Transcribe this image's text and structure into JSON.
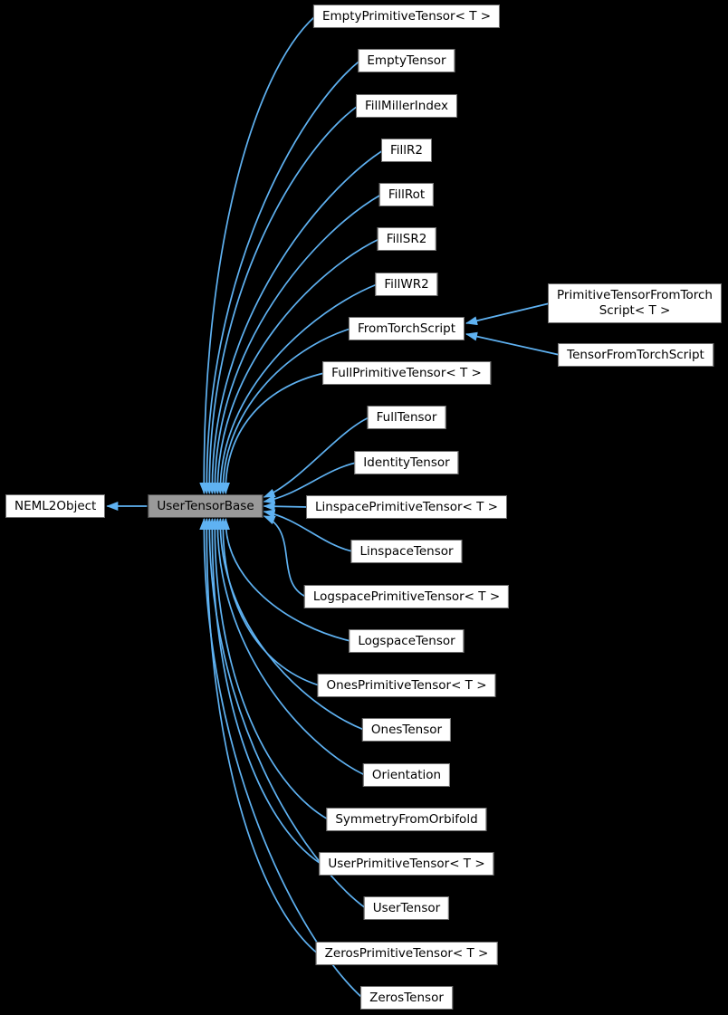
{
  "diagram": {
    "kind": "class-inheritance-graph",
    "background_color": "#000000",
    "edge_color": "#5fb2f2",
    "node_fill_color": "#ffffff",
    "node_border_color": "#6f6f6f",
    "node_text_color": "#000000",
    "highlighted_node_fill_color": "#999999",
    "highlighted_node_border_color": "#4a4a4a"
  },
  "nodes": {
    "neml2object": {
      "label": "NEML2Object"
    },
    "usertensorbase": {
      "label": "UserTensorBase",
      "highlighted": true
    },
    "derived": [
      {
        "label": "EmptyPrimitiveTensor< T >"
      },
      {
        "label": "EmptyTensor"
      },
      {
        "label": "FillMillerIndex"
      },
      {
        "label": "FillR2"
      },
      {
        "label": "FillRot"
      },
      {
        "label": "FillSR2"
      },
      {
        "label": "FillWR2"
      },
      {
        "label": "FromTorchScript"
      },
      {
        "label": "FullPrimitiveTensor< T >"
      },
      {
        "label": "FullTensor"
      },
      {
        "label": "IdentityTensor"
      },
      {
        "label": "LinspacePrimitiveTensor< T >"
      },
      {
        "label": "LinspaceTensor"
      },
      {
        "label": "LogspacePrimitiveTensor< T >"
      },
      {
        "label": "LogspaceTensor"
      },
      {
        "label": "OnesPrimitiveTensor< T >"
      },
      {
        "label": "OnesTensor"
      },
      {
        "label": "Orientation"
      },
      {
        "label": "SymmetryFromOrbifold"
      },
      {
        "label": "UserPrimitiveTensor< T >"
      },
      {
        "label": "UserTensor"
      },
      {
        "label": "ZerosPrimitiveTensor< T >"
      },
      {
        "label": "ZerosTensor"
      }
    ],
    "fromtorchscript_derived": [
      {
        "label": "PrimitiveTensorFromTorchScript< T >",
        "lines": [
          "PrimitiveTensorFromTorch",
          "Script< T >"
        ]
      },
      {
        "label": "TensorFromTorchScript"
      }
    ]
  },
  "edges": {
    "arrow_meaning": "derived class points to its base class",
    "base_of_usertensorbase": [
      {
        "derived": "UserTensorBase",
        "base": "NEML2Object"
      }
    ],
    "derived_from_usertensorbase": [
      {
        "derived": "EmptyPrimitiveTensor< T >",
        "base": "UserTensorBase"
      },
      {
        "derived": "EmptyTensor",
        "base": "UserTensorBase"
      },
      {
        "derived": "FillMillerIndex",
        "base": "UserTensorBase"
      },
      {
        "derived": "FillR2",
        "base": "UserTensorBase"
      },
      {
        "derived": "FillRot",
        "base": "UserTensorBase"
      },
      {
        "derived": "FillSR2",
        "base": "UserTensorBase"
      },
      {
        "derived": "FillWR2",
        "base": "UserTensorBase"
      },
      {
        "derived": "FromTorchScript",
        "base": "UserTensorBase"
      },
      {
        "derived": "FullPrimitiveTensor< T >",
        "base": "UserTensorBase"
      },
      {
        "derived": "FullTensor",
        "base": "UserTensorBase"
      },
      {
        "derived": "IdentityTensor",
        "base": "UserTensorBase"
      },
      {
        "derived": "LinspacePrimitiveTensor< T >",
        "base": "UserTensorBase"
      },
      {
        "derived": "LinspaceTensor",
        "base": "UserTensorBase"
      },
      {
        "derived": "LogspacePrimitiveTensor< T >",
        "base": "UserTensorBase"
      },
      {
        "derived": "LogspaceTensor",
        "base": "UserTensorBase"
      },
      {
        "derived": "OnesPrimitiveTensor< T >",
        "base": "UserTensorBase"
      },
      {
        "derived": "OnesTensor",
        "base": "UserTensorBase"
      },
      {
        "derived": "Orientation",
        "base": "UserTensorBase"
      },
      {
        "derived": "SymmetryFromOrbifold",
        "base": "UserTensorBase"
      },
      {
        "derived": "UserPrimitiveTensor< T >",
        "base": "UserTensorBase"
      },
      {
        "derived": "UserTensor",
        "base": "UserTensorBase"
      },
      {
        "derived": "ZerosPrimitiveTensor< T >",
        "base": "UserTensorBase"
      },
      {
        "derived": "ZerosTensor",
        "base": "UserTensorBase"
      }
    ],
    "derived_from_fromtorchscript": [
      {
        "derived": "PrimitiveTensorFromTorchScript< T >",
        "base": "FromTorchScript"
      },
      {
        "derived": "TensorFromTorchScript",
        "base": "FromTorchScript"
      }
    ]
  }
}
